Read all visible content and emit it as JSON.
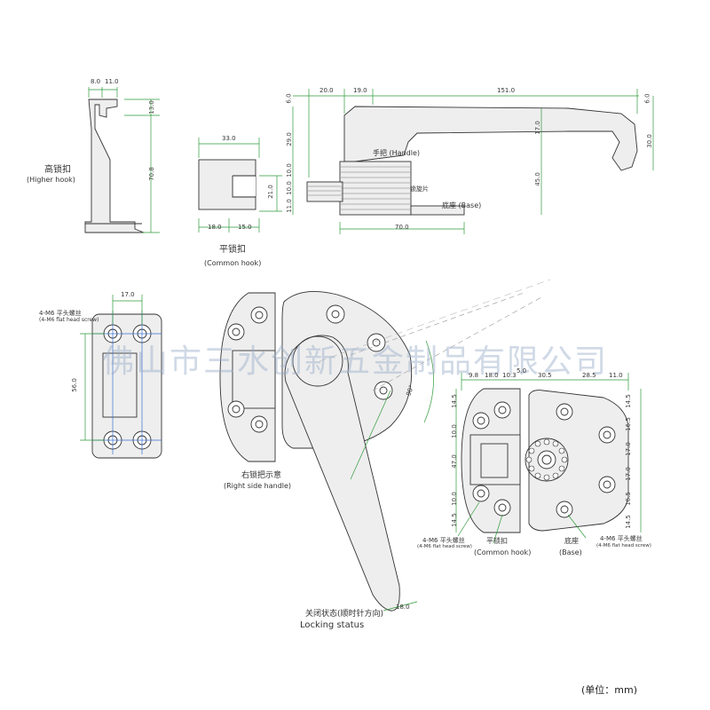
{
  "watermark": "佛山市三水创新五金制品有限公司",
  "unit_note": "(单位：mm)",
  "higher_hook": {
    "title_cn": "高锁扣",
    "title_en": "(Higher hook)",
    "dims": {
      "w1": "8.0",
      "w2": "11.0",
      "h1": "13.0",
      "h2": "70.8"
    }
  },
  "common_hook_side": {
    "title_cn": "平锁扣",
    "title_en": "(Common hook)",
    "dims": {
      "top": "33.0",
      "bottom1": "18.0",
      "bottom2": "15.0",
      "height": "21.0"
    }
  },
  "handle_side": {
    "label_handle": "手把 (Handle)",
    "label_mid": "锁旋片",
    "label_base": "底座 (Base)",
    "dims": {
      "a": "20.0",
      "b": "19.0",
      "c": "151.0",
      "d": "6.0",
      "e": "29.0",
      "f": "10.0",
      "g": "10.0",
      "h": "11.0",
      "i": "17.0",
      "j": "45.0",
      "k": "30.0",
      "l": "6.0",
      "m": "70.0"
    }
  },
  "plate": {
    "screw_cn": "4-M6 平头螺丝",
    "screw_en": "(4-M6 flat head screw)",
    "dims": {
      "top": "17.0",
      "left": "56.0"
    }
  },
  "right_handle": {
    "title_cn": "右锁把示意",
    "title_en": "(Right side handle)",
    "angle": "90°"
  },
  "locking": {
    "title_cn": "关闭状态(顺时针方向)",
    "title_en": "Locking status",
    "dim": "18.0"
  },
  "bottom_right": {
    "dims_top": [
      "9.8",
      "18.0",
      "10.3",
      "5.0",
      "30.5",
      "28.5",
      "11.0"
    ],
    "dims_left": [
      "14.5",
      "10.0",
      "47.0",
      "10.0",
      "14.5"
    ],
    "dims_right": [
      "14.5",
      "16.5",
      "17.0",
      "17.0",
      "16.5",
      "14.5"
    ],
    "hook_cn": "平锁扣",
    "hook_en": "(Common hook)",
    "base_cn": "底座",
    "base_en": "(Base)",
    "screw_cn": "4-M6 平头螺丝",
    "screw_en": "(4-M6 flat head screw)"
  }
}
